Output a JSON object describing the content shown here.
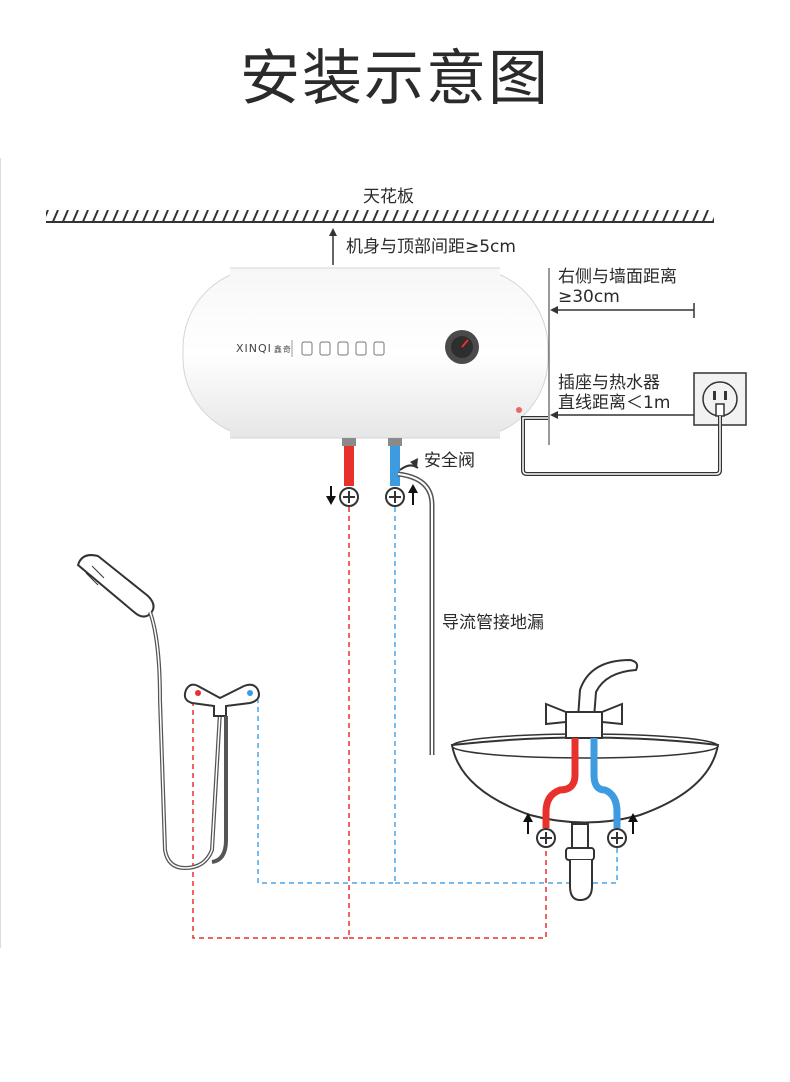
{
  "title": "安装示意图",
  "labels": {
    "ceiling": "天花板",
    "top_gap": "机身与顶部间距≥5cm",
    "right_gap_line1": "右侧与墙面距离",
    "right_gap_line2": "≥30cm",
    "socket_line1": "插座与热水器",
    "socket_line2": "直线距离＜1m",
    "safety_valve": "安全阀",
    "drain_pipe": "导流管接地漏"
  },
  "heater": {
    "brand": "XINQI",
    "brand_cn": "鑫奇"
  },
  "colors": {
    "hot": "#e8312c",
    "cold": "#3f9be0",
    "hot_dashed": "#e8312c",
    "cold_dashed": "#4aa6e6",
    "line": "#333333"
  }
}
